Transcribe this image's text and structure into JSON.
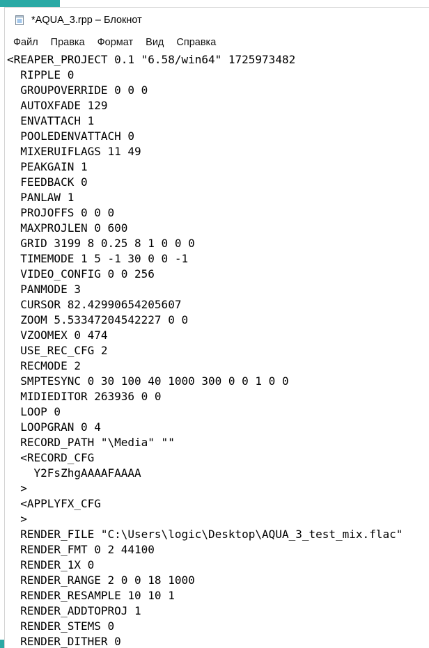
{
  "window": {
    "title": "*AQUA_3.rpp – Блокнот"
  },
  "menu": {
    "items": [
      {
        "id": "file",
        "label": "Файл"
      },
      {
        "id": "edit",
        "label": "Правка"
      },
      {
        "id": "format",
        "label": "Формат"
      },
      {
        "id": "view",
        "label": "Вид"
      },
      {
        "id": "help",
        "label": "Справка"
      }
    ]
  },
  "editor": {
    "lines": [
      "<REAPER_PROJECT 0.1 \"6.58/win64\" 1725973482",
      "  RIPPLE 0",
      "  GROUPOVERRIDE 0 0 0",
      "  AUTOXFADE 129",
      "  ENVATTACH 1",
      "  POOLEDENVATTACH 0",
      "  MIXERUIFLAGS 11 49",
      "  PEAKGAIN 1",
      "  FEEDBACK 0",
      "  PANLAW 1",
      "  PROJOFFS 0 0 0",
      "  MAXPROJLEN 0 600",
      "  GRID 3199 8 0.25 8 1 0 0 0",
      "  TIMEMODE 1 5 -1 30 0 0 -1",
      "  VIDEO_CONFIG 0 0 256",
      "  PANMODE 3",
      "  CURSOR 82.42990654205607",
      "  ZOOM 5.53347204542227 0 0",
      "  VZOOMEX 0 474",
      "  USE_REC_CFG 2",
      "  RECMODE 2",
      "  SMPTESYNC 0 30 100 40 1000 300 0 0 1 0 0",
      "  MIDIEDITOR 263936 0 0",
      "  LOOP 0",
      "  LOOPGRAN 0 4",
      "  RECORD_PATH \"\\Media\" \"\"",
      "  <RECORD_CFG",
      "    Y2FsZhgAAAAFAAAA",
      "  >",
      "  <APPLYFX_CFG",
      "  >",
      "  RENDER_FILE \"C:\\Users\\logic\\Desktop\\AQUA_3_test_mix.flac\"",
      "  RENDER_FMT 0 2 44100",
      "  RENDER_1X 0",
      "  RENDER_RANGE 2 0 0 18 1000",
      "  RENDER_RESAMPLE 10 10 1",
      "  RENDER_ADDTOPROJ 1",
      "  RENDER_STEMS 0",
      "  RENDER_DITHER 0"
    ]
  },
  "colors": {
    "accent_teal": "#2aa9a5"
  }
}
